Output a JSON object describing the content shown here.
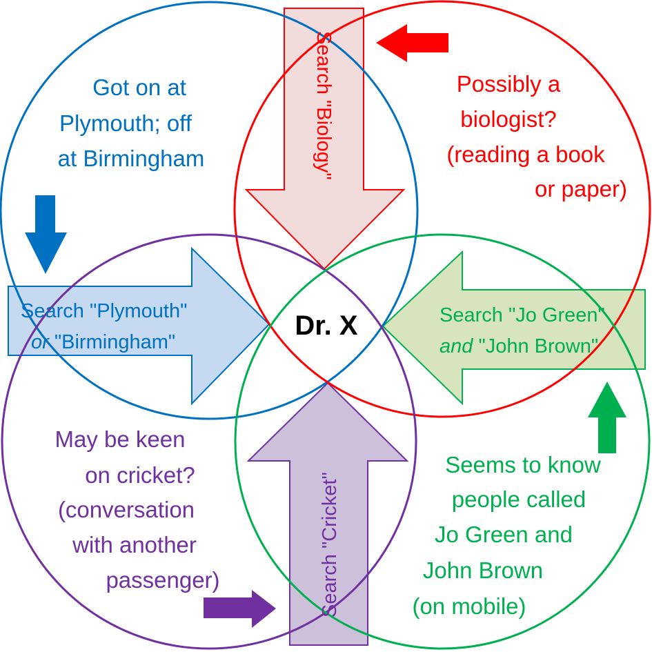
{
  "colors": {
    "blue": "#0070c0",
    "red": "#ff0000",
    "purple": "#7030a0",
    "green": "#00b050",
    "blue_fill": "#c5d9f1",
    "red_fill": "#f2dcdb",
    "purple_fill": "#ccc0da",
    "green_fill": "#d7e4bd"
  },
  "center_label": "Dr. X",
  "blue": {
    "lines": [
      "Got on at",
      "Plymouth; off",
      "at Birmingham"
    ],
    "arrow_line1": "Search \"Plymouth\"",
    "arrow_or": "or",
    "arrow_line2": " \"Birmingham\""
  },
  "red": {
    "lines": [
      "Possibly a",
      "biologist?",
      "(reading a book",
      "or paper)"
    ],
    "arrow": "Search \"Biology\""
  },
  "green": {
    "lines": [
      "Seems to know",
      "people called",
      "Jo Green and",
      "John Brown",
      "(on mobile)"
    ],
    "arrow_line1": "Search \"Jo Green\"",
    "arrow_and": "and",
    "arrow_line2": " \"John Brown\""
  },
  "purple": {
    "lines": [
      "May be keen",
      "on cricket?",
      "(conversation",
      "with another",
      "passenger)"
    ],
    "arrow": "Search \"Cricket\""
  }
}
